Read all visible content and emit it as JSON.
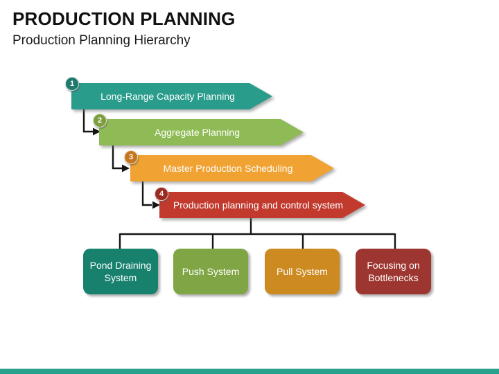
{
  "slide": {
    "title": "PRODUCTION PLANNING",
    "subtitle": "Production Planning Hierarchy"
  },
  "hierarchy": {
    "levels": [
      {
        "number": "1",
        "label": "Long-Range Capacity Planning",
        "color": "#299c8b",
        "badge_color": "#1e7a6c"
      },
      {
        "number": "2",
        "label": "Aggregate Planning",
        "color": "#8ebb55",
        "badge_color": "#7c9e3e"
      },
      {
        "number": "3",
        "label": "Master Production Scheduling",
        "color": "#f0a233",
        "badge_color": "#c4771f"
      },
      {
        "number": "4",
        "label": "Production planning and control system",
        "color": "#c23a2e",
        "badge_color": "#9a2b21"
      }
    ],
    "systems": [
      {
        "label": "Pond Draining System",
        "color": "#17816e"
      },
      {
        "label": "Push System",
        "color": "#80a544"
      },
      {
        "label": "Pull System",
        "color": "#cc8a20"
      },
      {
        "label": "Focusing on Bottlenecks",
        "color": "#9d3631"
      }
    ]
  },
  "connector_color": "#141414",
  "footer": {
    "bar_color": "#2aa18d"
  }
}
